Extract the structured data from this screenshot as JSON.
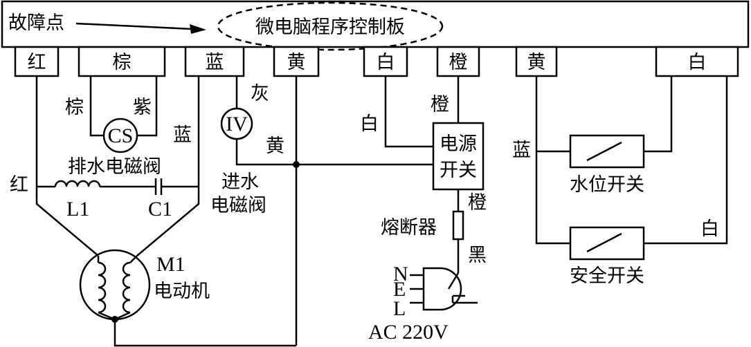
{
  "controller": {
    "title": "微电脑程序控制板",
    "fault_label": "故障点"
  },
  "terminals": [
    "红",
    "棕",
    "蓝",
    "黄",
    "白",
    "橙",
    "黄",
    "白"
  ],
  "wire_labels": {
    "brown": "棕",
    "purple": "紫",
    "blue_cs": "蓝",
    "grey": "灰",
    "yellow": "黄",
    "white_psu": "白",
    "orange_psu": "橙",
    "red": "红",
    "orange_fuse": "橙",
    "black": "黑",
    "blue_switch": "蓝",
    "white_safety": "白"
  },
  "components": {
    "cs": "CS",
    "iv": "IV",
    "drain_valve": "排水电磁阀",
    "inlet_valve_1": "进水",
    "inlet_valve_2": "电磁阀",
    "l1": "L1",
    "c1": "C1",
    "motor_id": "M1",
    "motor_name": "电动机",
    "power_switch_1": "电源",
    "power_switch_2": "开关",
    "fuse": "熔断器",
    "water_level_switch": "水位开关",
    "safety_switch": "安全开关"
  },
  "plug": {
    "n": "N",
    "e": "E",
    "l": "L",
    "voltage": "AC 220V"
  }
}
